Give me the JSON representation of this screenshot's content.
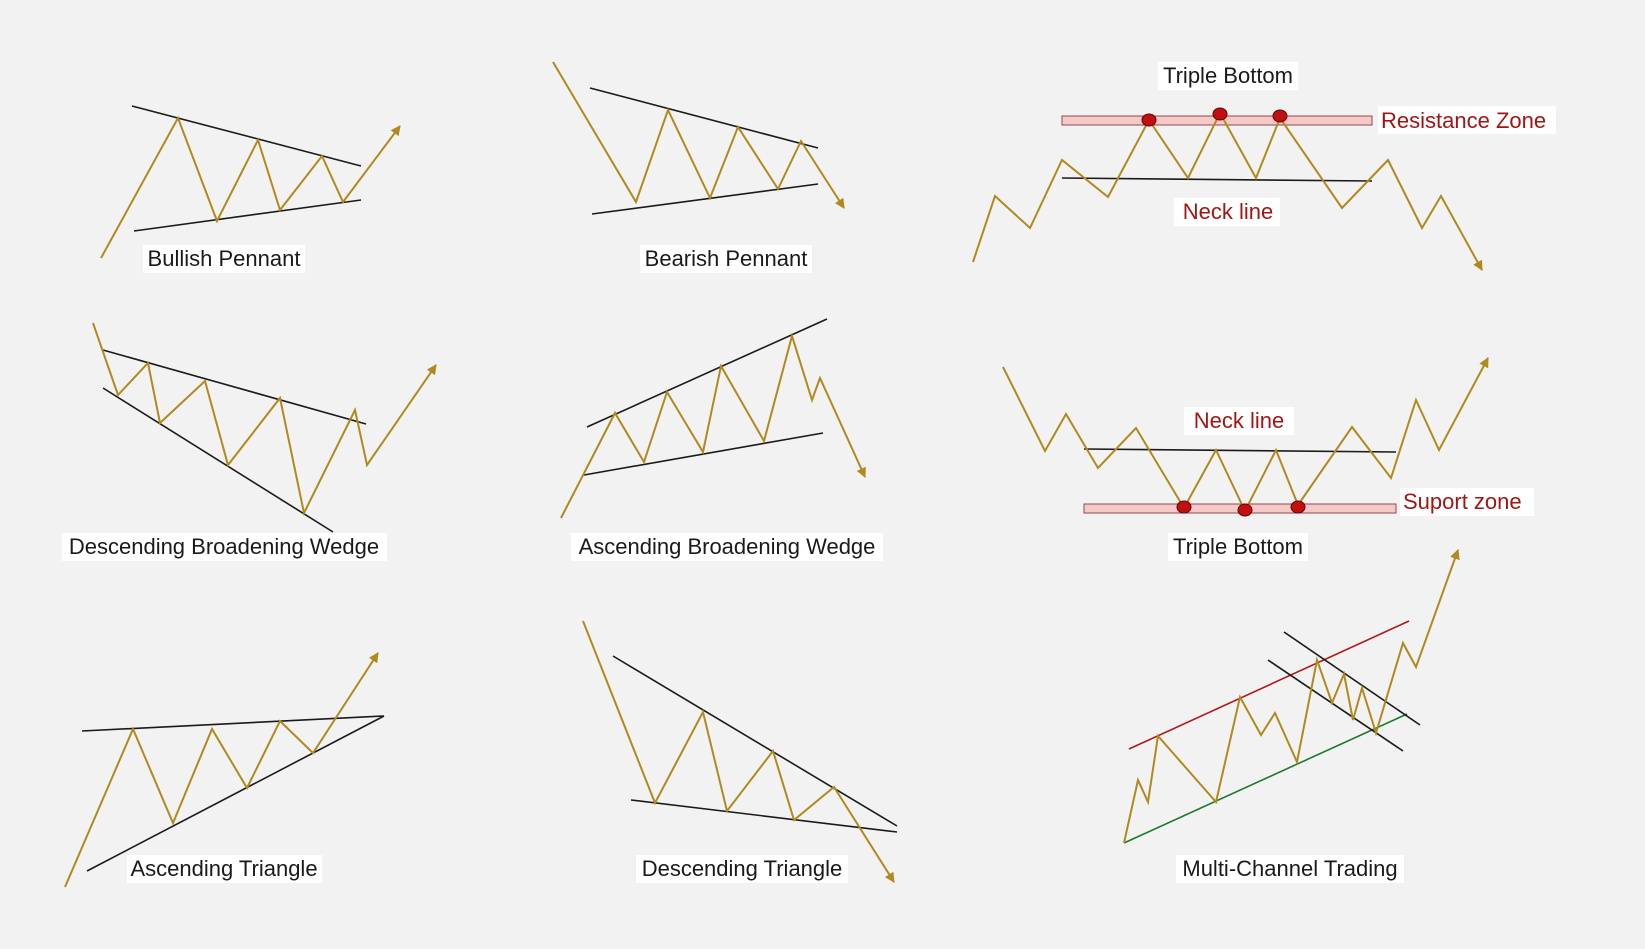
{
  "colors": {
    "background": "#f2f2f2",
    "price_line": "#b08a1e",
    "trend_line": "#1a1a1a",
    "label_red": "#a31515",
    "zone_fill": "#f6c9c9",
    "dot": "#c01010",
    "channel_red": "#b01818",
    "channel_green": "#1a7a2a"
  },
  "patterns": {
    "bullish_pennant": {
      "label": "Bullish Pennant"
    },
    "bearish_pennant": {
      "label": "Bearish Pennant"
    },
    "triple_top": {
      "label": "Triple Bottom",
      "zone_label": "Resistance Zone",
      "neck_label": "Neck line"
    },
    "descending_broadening_wedge": {
      "label": "Descending Broadening Wedge"
    },
    "ascending_broadening_wedge": {
      "label": "Ascending Broadening Wedge"
    },
    "triple_bottom": {
      "label": "Triple Bottom",
      "zone_label": "Suport zone",
      "neck_label": "Neck line"
    },
    "ascending_triangle": {
      "label": "Ascending Triangle"
    },
    "descending_triangle": {
      "label": "Descending Triangle"
    },
    "multi_channel": {
      "label": "Multi-Channel Trading"
    }
  }
}
